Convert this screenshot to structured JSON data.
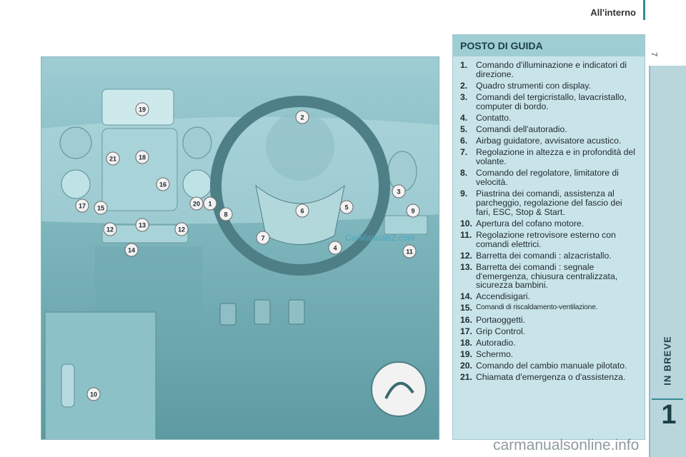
{
  "header": {
    "title": "All'interno",
    "page_number": "7"
  },
  "side_tab": {
    "label": "IN BREVE",
    "chapter": "1"
  },
  "panel": {
    "title": "POSTO DI GUIDA",
    "items": [
      {
        "num": "1.",
        "text": "Comando d'illuminazione e indicatori di direzione."
      },
      {
        "num": "2.",
        "text": "Quadro strumenti con display."
      },
      {
        "num": "3.",
        "text": "Comandi del tergicristallo, lavacristallo, computer di bordo."
      },
      {
        "num": "4.",
        "text": "Contatto."
      },
      {
        "num": "5.",
        "text": "Comandi dell'autoradio."
      },
      {
        "num": "6.",
        "text": "Airbag guidatore, avvisatore acustico."
      },
      {
        "num": "7.",
        "text": "Regolazione in altezza e in profondità del volante."
      },
      {
        "num": "8.",
        "text": "Comando del regolatore, limitatore di velocità."
      },
      {
        "num": "9.",
        "text": "Piastrina dei comandi, assistenza al parcheggio, regolazione del fascio dei fari, ESC, Stop & Start."
      },
      {
        "num": "10.",
        "text": "Apertura del cofano motore."
      },
      {
        "num": "11.",
        "text": "Regolazione retrovisore esterno con comandi elettrici."
      },
      {
        "num": "12.",
        "text": "Barretta dei comandi : alzacristallo."
      },
      {
        "num": "13.",
        "text": "Barretta dei comandi : segnale d'emergenza, chiusura centralizzata, sicurezza bambini."
      },
      {
        "num": "14.",
        "text": "Accendisigari."
      },
      {
        "num": "15.",
        "text": "Comandi di riscaldamento-ventilazione."
      },
      {
        "num": "16.",
        "text": "Portaoggetti."
      },
      {
        "num": "17.",
        "text": "Grip Control."
      },
      {
        "num": "18.",
        "text": "Autoradio."
      },
      {
        "num": "19.",
        "text": "Schermo."
      },
      {
        "num": "20.",
        "text": "Comando del cambio manuale pilotato."
      },
      {
        "num": "21.",
        "text": "Chiamata d'emergenza o d'assistenza."
      }
    ]
  },
  "callouts": [
    "19",
    "2",
    "21",
    "18",
    "16",
    "3",
    "17",
    "15",
    "20",
    "1",
    "8",
    "6",
    "5",
    "9",
    "12",
    "13",
    "12",
    "7",
    "4",
    "11",
    "14",
    "10"
  ],
  "watermarks": {
    "small": "CarManuals2.com",
    "footer": "carmanualsonline.info"
  },
  "colors": {
    "accent": "#3a8a96",
    "panel": "#c9e4e9",
    "panel_header": "#9fcdd4",
    "callout": "#f2f2f2"
  }
}
